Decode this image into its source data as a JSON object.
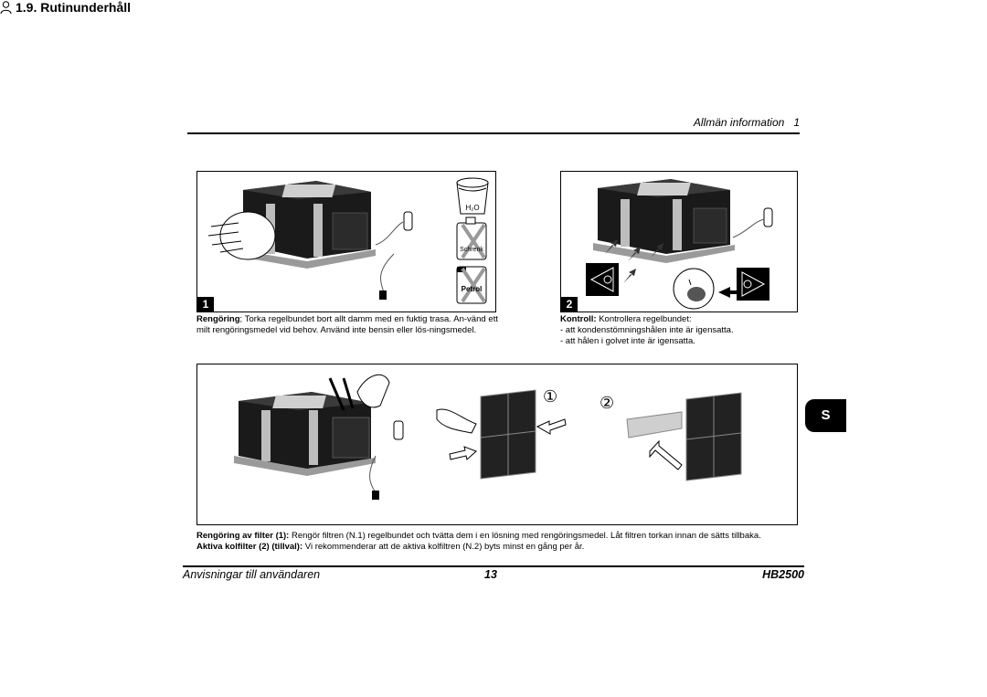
{
  "header": {
    "section": "Allmän information",
    "page_ref": "1"
  },
  "section": {
    "title": "1.9. Rutinunderhåll"
  },
  "figure1": {
    "number": "1",
    "labels": {
      "water": "H₂O",
      "solvent": "Schrenk",
      "petrol": "Petrol"
    },
    "caption_bold": "Rengöring",
    "caption_rest": "; Torka regelbundet bort allt damm med en fuktig trasa. An-vänd ett milt rengöringsmedel vid behov. Använd inte bensin eller lös-ningsmedel."
  },
  "figure2": {
    "number": "2",
    "caption_bold": "Kontroll:",
    "caption_rest": " Kontrollera regelbundet:",
    "items": [
      "- att kondenstömningshålen inte är igensatta.",
      "- att hålen i golvet inte är igensatta."
    ]
  },
  "figure3": {
    "markers": [
      "①",
      "②"
    ],
    "caption1_bold": "Rengöring av filter (1):",
    "caption1_rest": " Rengör filtren (N.1) regelbundet och tvätta dem i en lösning med rengöringsmedel. Låt filtren torkan innan de sätts tillbaka.",
    "caption2_bold": "Aktiva kolfilter (2) (tillval):",
    "caption2_rest": " Vi rekommenderar att de aktiva kolfiltren (N.2) byts minst en gång per år."
  },
  "side_tab": "S",
  "footer": {
    "left": "Anvisningar till användaren",
    "center": "13",
    "right": "HB2500"
  },
  "colors": {
    "ink": "#000000",
    "unit_dark": "#1a1a1a",
    "unit_grey": "#bdbdbd",
    "paper": "#ffffff"
  }
}
